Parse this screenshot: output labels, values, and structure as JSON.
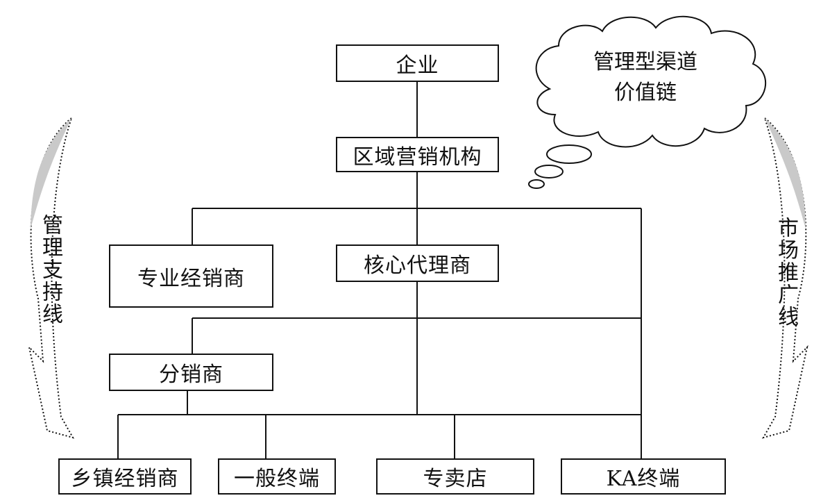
{
  "nodes": {
    "enterprise": "企业",
    "regional_marketing": "区域营销机构",
    "specialized_distributor": "专业经销商",
    "core_agent": "核心代理商",
    "sub_distributor": "分销商",
    "township_distributor": "乡镇经销商",
    "general_terminal": "一般终端",
    "specialty_store": "专卖店",
    "ka_terminal": "KA终端"
  },
  "cloud": {
    "line1": "管理型渠道",
    "line2": "价值链"
  },
  "side_labels": {
    "left": "管理支持线",
    "right": "市场推广线"
  }
}
